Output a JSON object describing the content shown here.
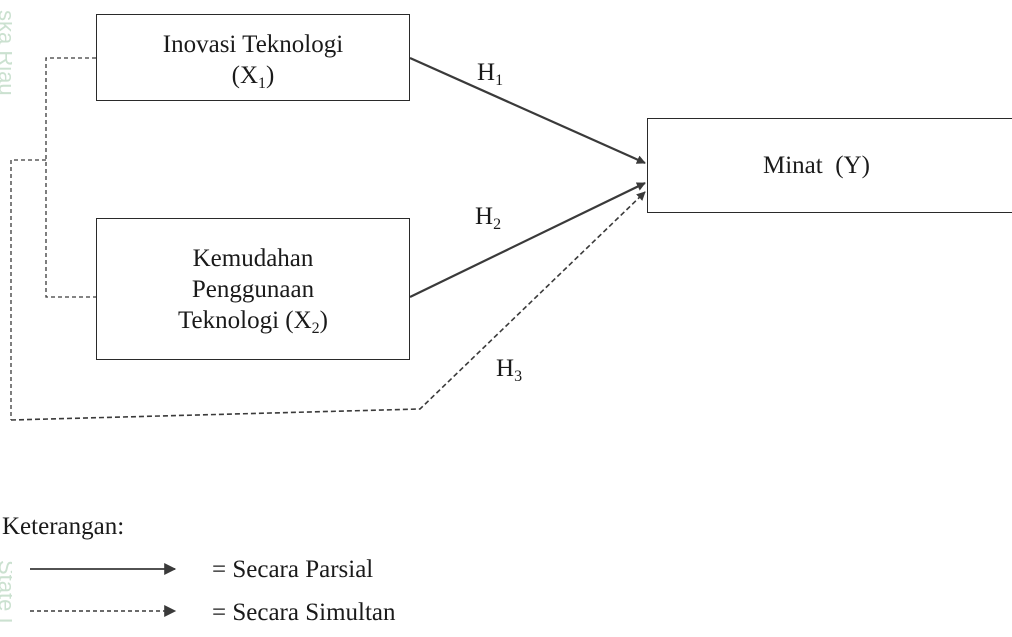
{
  "watermark": {
    "top_text": "ska Riau",
    "bottom_text": "State I"
  },
  "diagram": {
    "x1": {
      "name": "Inovasi Teknologi",
      "code": "X",
      "sub": "1"
    },
    "x2": {
      "line1": "Kemudahan",
      "line2": "Penggunaan",
      "line3": "Teknologi",
      "code": "X",
      "sub": "2"
    },
    "y": {
      "text": "Minat  (Y)"
    },
    "h1": {
      "text": "H",
      "sub": "1"
    },
    "h2": {
      "text": "H",
      "sub": "2"
    },
    "h3": {
      "text": "H",
      "sub": "3"
    }
  },
  "legend": {
    "title": "Keterangan:",
    "solid": "= Secara Parsial",
    "dashed": "= Secara Simultan"
  },
  "colors": {
    "line": "#3a3a3a",
    "watermark": "#cbe1d0"
  }
}
